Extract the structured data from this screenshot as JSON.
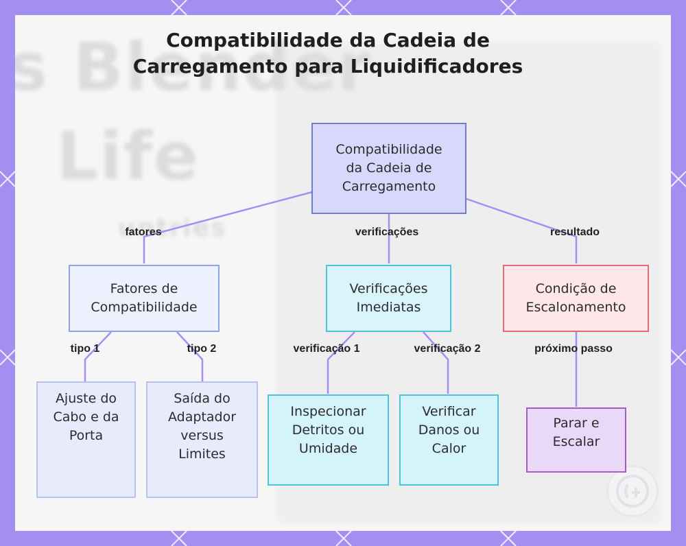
{
  "title": {
    "line1": "Compatibilidade da Cadeia de",
    "line2": "Carregamento para Liquidificadores"
  },
  "background_text": {
    "word1": "s Blender",
    "word2": "Life",
    "word3": "untries"
  },
  "nodes": {
    "root": [
      "Compatibilidade",
      "da Cadeia de",
      "Carregamento"
    ],
    "fatores": [
      "Fatores de",
      "Compatibilidade"
    ],
    "verificacoes": [
      "Verificações",
      "Imediatas"
    ],
    "condicao": [
      "Condição de",
      "Escalonamento"
    ],
    "ajuste": [
      "Ajuste do",
      "Cabo e da",
      "Porta"
    ],
    "saida": [
      "Saída do",
      "Adaptador",
      "versus",
      "Limites"
    ],
    "inspecionar": [
      "Inspecionar",
      "Detritos ou",
      "Umidade"
    ],
    "verificar": [
      "Verificar",
      "Danos ou",
      "Calor"
    ],
    "parar": [
      "Parar e",
      "Escalar"
    ]
  },
  "edge_labels": {
    "fatores": "fatores",
    "verificacoes": "verificações",
    "resultado": "resultado",
    "tipo1": "tipo 1",
    "tipo2": "tipo 2",
    "verificacao1": "verificação 1",
    "verificacao2": "verificação 2",
    "proximo_passo": "próximo passo"
  },
  "colors": {
    "frame": "#a48ff0",
    "edge": "#a48ff0",
    "root_fill": "#d8d8fd",
    "cyan_border": "#4fc3dc",
    "red_border": "#e16a78",
    "purple_border": "#a35cc8"
  },
  "icons": {
    "logo": "circular-brand-logo-icon"
  }
}
